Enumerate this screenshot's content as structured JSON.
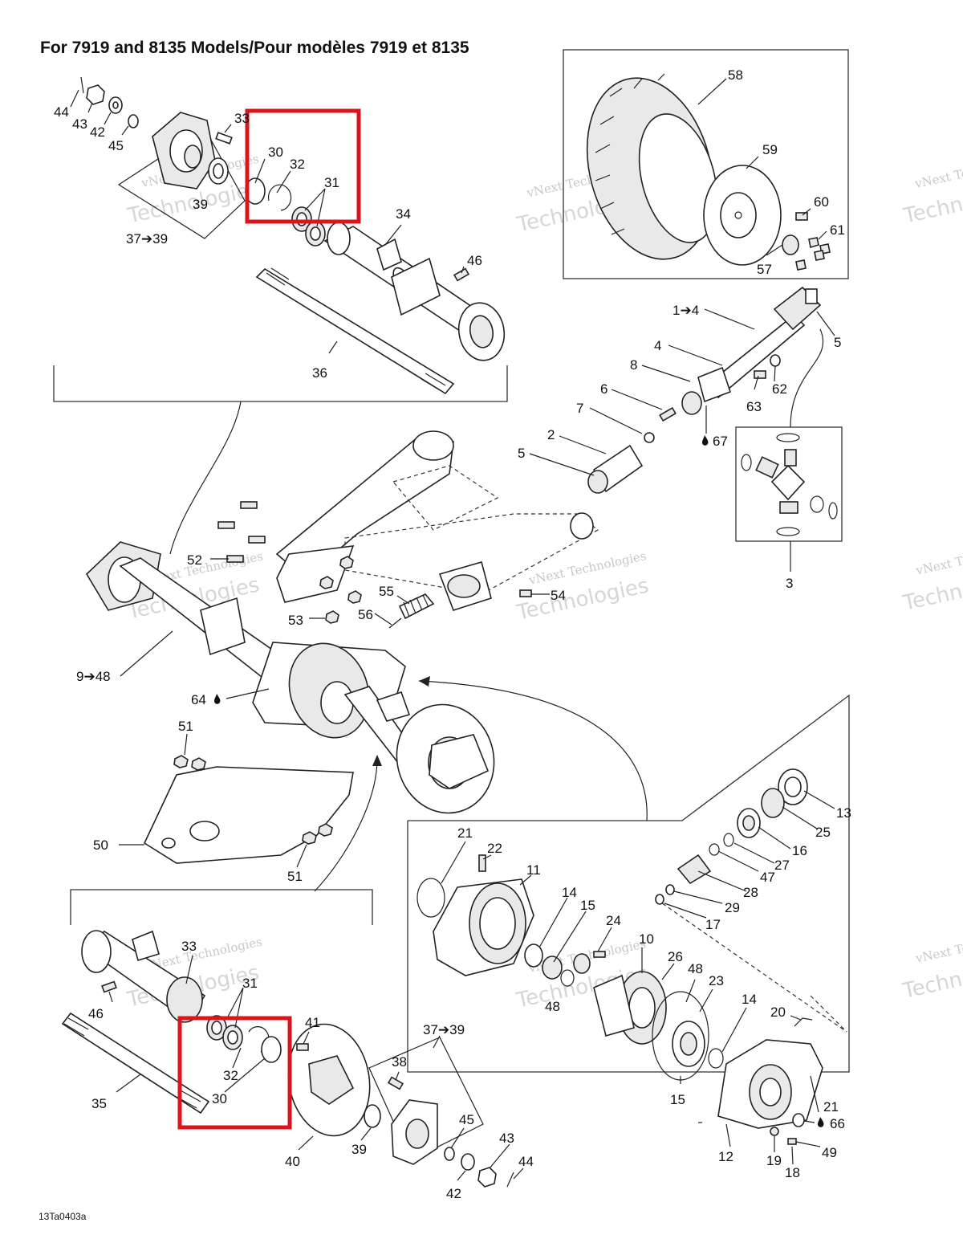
{
  "title": "For 7919 and 8135 Models/Pour modèles 7919 et 8135",
  "figure_code": "13Ta0403a",
  "watermark": {
    "line1": "vNext Technologies",
    "line2": "Technologies"
  },
  "highlight_color": "#d9161c",
  "labels": {
    "l44a": "44",
    "l43a": "43",
    "l42a": "42",
    "l45a": "45",
    "l33a": "33",
    "l30a": "30",
    "l32a": "32",
    "l31a": "31",
    "l39a": "39",
    "l3739a": "37➔39",
    "l34": "34",
    "l46a": "46",
    "l36": "36",
    "l58": "58",
    "l59": "59",
    "l60": "60",
    "l61": "61",
    "l57": "57",
    "l14": "1➔4",
    "l5a": "5",
    "l4": "4",
    "l8": "8",
    "l62": "62",
    "l63": "63",
    "l6": "6",
    "l7": "7",
    "l67": "67",
    "l2": "2",
    "l5b": "5",
    "l3": "3",
    "l52": "52",
    "l54": "54",
    "l55": "55",
    "l56": "56",
    "l53": "53",
    "l948": "9➔48",
    "l64": "64",
    "l51a": "51",
    "l50": "50",
    "l51b": "51",
    "l13": "13",
    "l25": "25",
    "l16": "16",
    "l27": "27",
    "l47": "47",
    "l28": "28",
    "l29": "29",
    "l17": "17",
    "l21a": "21",
    "l22": "22",
    "l11": "11",
    "l14b": "14",
    "l15a": "15",
    "l24": "24",
    "l10": "10",
    "l26": "26",
    "l48a": "48",
    "l23": "23",
    "l48b": "48",
    "l14c": "14",
    "l20": "20",
    "l15b": "15",
    "l21b": "21",
    "l66": "66",
    "l49": "49",
    "l12": "12",
    "l19": "19",
    "l18": "18",
    "l33b": "33",
    "l31b": "31",
    "l46b": "46",
    "l41": "41",
    "l3739b": "37➔39",
    "l38": "38",
    "l32b": "32",
    "l30b": "30",
    "l35": "35",
    "l45b": "45",
    "l39b": "39",
    "l43b": "43",
    "l44b": "44",
    "l40": "40",
    "l42b": "42"
  }
}
